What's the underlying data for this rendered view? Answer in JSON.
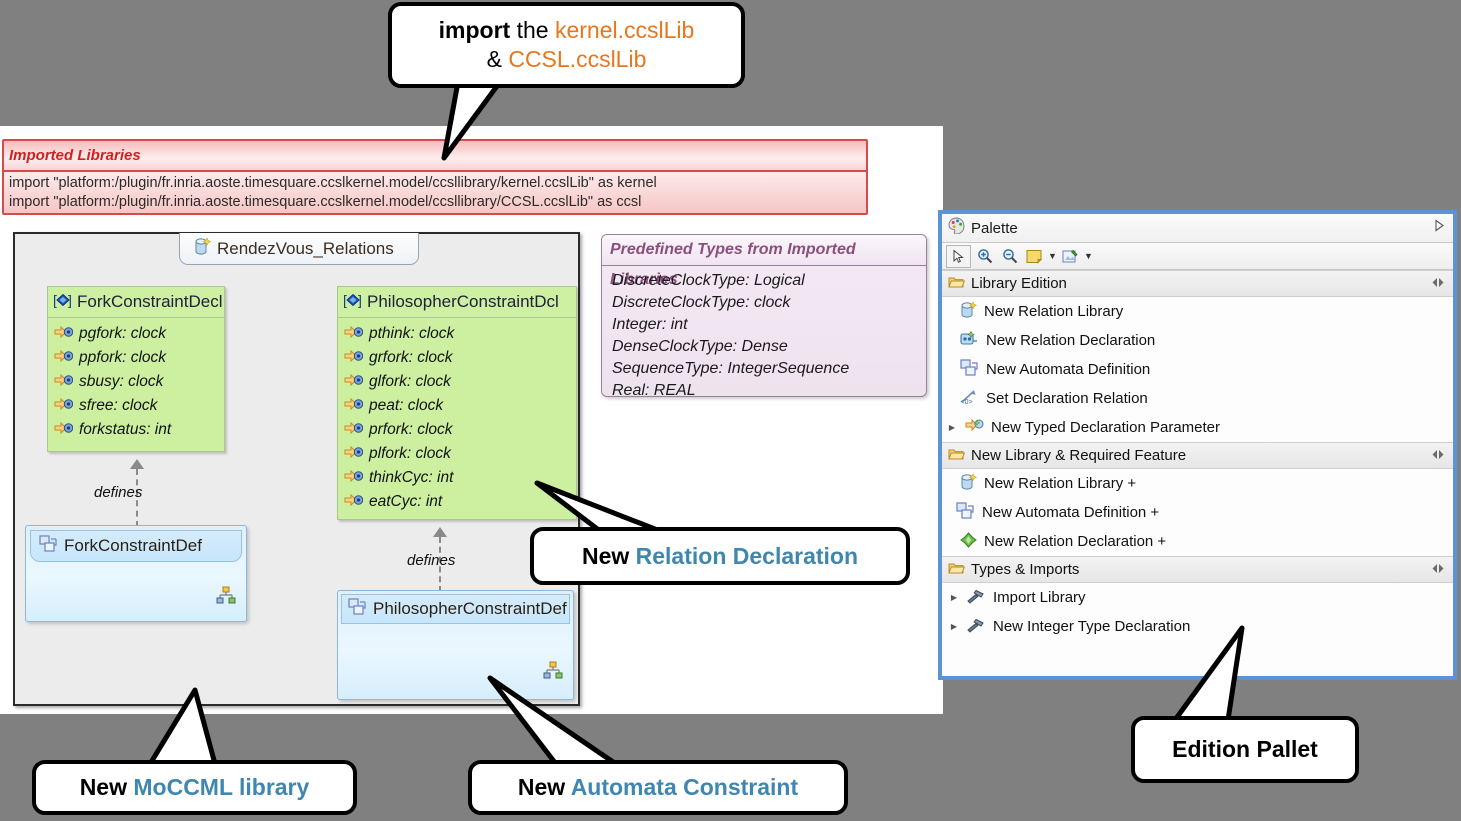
{
  "callouts": {
    "import": {
      "line1_bold": "import",
      "line1_mid": " the ",
      "line1_accent": "kernel.ccslLib",
      "line2_amp": "& ",
      "line2_accent": "CCSL.ccslLib"
    },
    "relation_declaration": {
      "prefix": "New ",
      "accent": "Relation Declaration"
    },
    "moccml_library": {
      "prefix": "New ",
      "accent": "MoCCML library"
    },
    "automata_constraint": {
      "prefix": "New ",
      "accent": "Automata Constraint"
    },
    "edition_pallet": {
      "label": "Edition Pallet"
    }
  },
  "imported_libraries": {
    "title": "Imported Libraries",
    "lines": [
      "import \"platform:/plugin/fr.inria.aoste.timesquare.ccslkernel.model/ccsllibrary/kernel.ccslLib\" as kernel",
      "import \"platform:/plugin/fr.inria.aoste.timesquare.ccslkernel.model/ccsllibrary/CCSL.ccslLib\" as ccsl"
    ]
  },
  "diagram": {
    "tab_label": "RendezVous_Relations",
    "tab_icon": "relation-library-icon",
    "fork_declaration": {
      "name": "ForkConstraintDecl",
      "icon": "relation-declaration-icon",
      "attributes": [
        "pgfork: clock",
        "ppfork: clock",
        "sbusy: clock",
        "sfree: clock",
        "forkstatus: int"
      ]
    },
    "philosopher_declaration": {
      "name": "PhilosopherConstraintDcl",
      "icon": "relation-declaration-icon",
      "attributes": [
        "pthink: clock",
        "grfork: clock",
        "glfork: clock",
        "peat: clock",
        "prfork: clock",
        "plfork: clock",
        "thinkCyc: int",
        "eatCyc: int"
      ]
    },
    "fork_definition": {
      "name": "ForkConstraintDef",
      "icon": "automata-definition-icon"
    },
    "philosopher_definition": {
      "name": "PhilosopherConstraintDef",
      "icon": "automata-definition-icon"
    },
    "defines_label_1": "defines",
    "defines_label_2": "defines"
  },
  "predefined_types": {
    "title": "Predefined Types from Imported Libraries",
    "entries": [
      "DiscreteClockType: Logical",
      "DiscreteClockType: clock",
      "Integer: int",
      "DenseClockType: Dense",
      "SequenceType: IntegerSequence",
      "Real: REAL"
    ]
  },
  "palette": {
    "title": "Palette",
    "expand_icon": "triangle-right-icon",
    "toolbar": [
      {
        "icon": "select-arrow-icon",
        "selected": true
      },
      {
        "icon": "zoom-in-icon",
        "selected": false
      },
      {
        "icon": "zoom-out-icon",
        "selected": false
      },
      {
        "icon": "note-icon",
        "selected": false,
        "caret": true
      },
      {
        "icon": "attachment-note-icon",
        "selected": false,
        "caret": true
      }
    ],
    "groups": [
      {
        "label": "Library Edition",
        "icon": "open-folder-icon",
        "collapse_icon": "collapse-arrows-icon",
        "items": [
          {
            "label": "New Relation Library",
            "icon": "relation-library-icon",
            "expander": false
          },
          {
            "label": "New Relation Declaration",
            "icon": "relation-declaration-icon",
            "expander": false
          },
          {
            "label": "New Automata Definition",
            "icon": "automata-definition-icon",
            "expander": false
          },
          {
            "label": "Set Declaration Relation",
            "icon": "set-declaration-relation-icon",
            "expander": false
          },
          {
            "label": "New Typed Declaration Parameter",
            "icon": "typed-parameter-icon",
            "expander": true
          }
        ]
      },
      {
        "label": "New Library & Required Feature",
        "icon": "open-folder-icon",
        "collapse_icon": "collapse-arrows-icon",
        "items": [
          {
            "label": "New Relation Library +",
            "icon": "relation-library-icon",
            "expander": false
          },
          {
            "label": "New Automata Definition +",
            "icon": "automata-definition-icon",
            "expander": false
          },
          {
            "label": "New Relation Declaration +",
            "icon": "green-diamond-icon",
            "expander": false
          }
        ]
      },
      {
        "label": "Types & Imports",
        "icon": "open-folder-icon",
        "collapse_icon": "collapse-arrows-icon",
        "items": [
          {
            "label": "Import Library",
            "icon": "hammer-icon",
            "expander": true
          },
          {
            "label": "New Integer Type Declaration",
            "icon": "hammer-icon",
            "expander": true
          }
        ]
      }
    ]
  },
  "colors": {
    "background": "#808080",
    "accent_orange": "#e8761b",
    "accent_blue": "#3f87ae",
    "palette_border": "#5b93d6",
    "declaration_green": "#ccf0a0",
    "definition_blue": "#dff0fb",
    "imported_red": "#d44b4b",
    "predefined_purple": "#9a7f9a"
  }
}
